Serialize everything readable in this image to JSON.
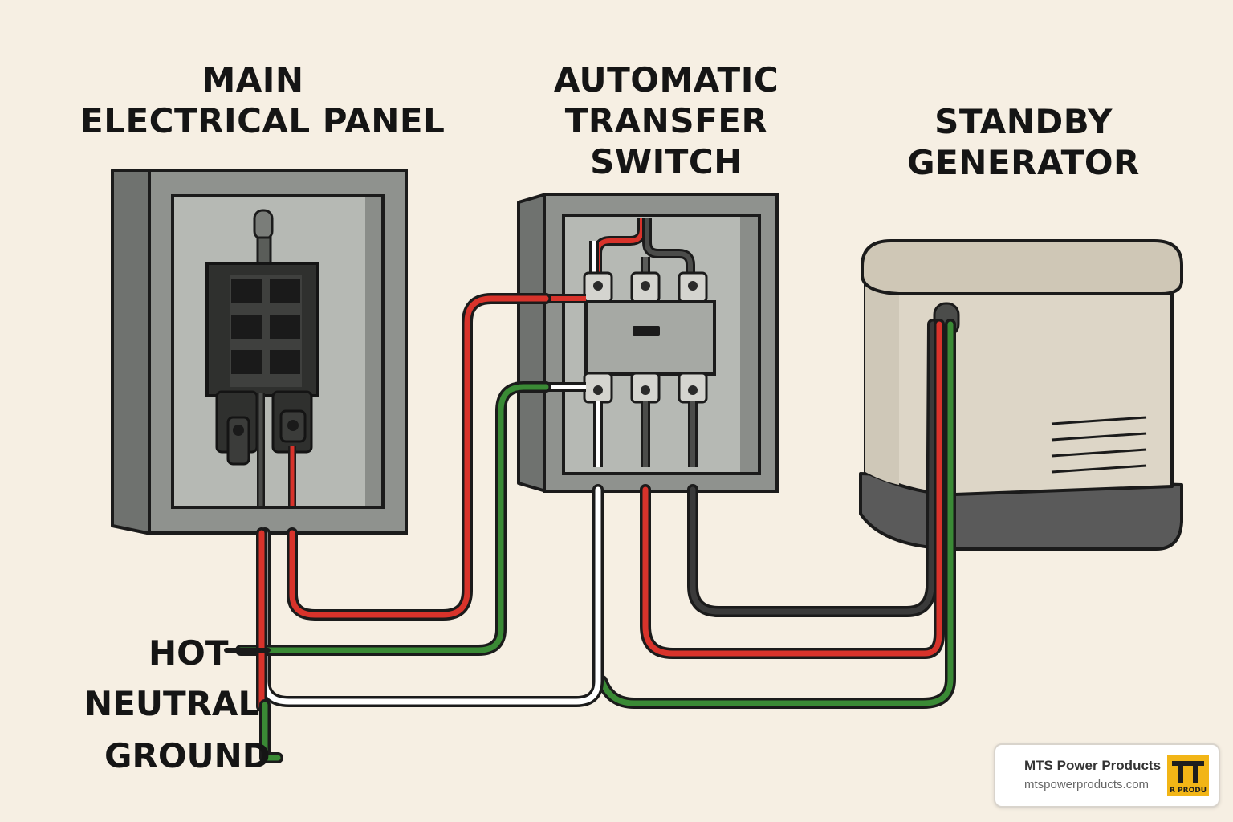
{
  "components": {
    "main_panel": {
      "title_lines": [
        "MAIN",
        "ELECTRICAL PANEL"
      ]
    },
    "transfer_switch": {
      "title_lines": [
        "AUTOMATIC",
        "TRANSFER",
        "SWITCH"
      ]
    },
    "generator": {
      "title_lines": [
        "STANDBY",
        "GENERATOR"
      ]
    }
  },
  "wire_legend": [
    {
      "label": "HOT",
      "color": "#d8332b"
    },
    {
      "label": "NEUTRAL",
      "color": "#ffffff"
    },
    {
      "label": "GROUND",
      "color": "#3a8a35"
    }
  ],
  "colors": {
    "background": "#f6efe3",
    "enclosure": "#8f928e",
    "enclosure_inner": "#b6b9b4",
    "generator_body": "#ddd6c7",
    "generator_base": "#5a5a5a",
    "hot": "#d8332b",
    "neutral": "#ffffff",
    "ground": "#3a8a35",
    "black_wire": "#333333"
  },
  "watermark": {
    "name": "MTS Power Products",
    "url": "mtspowerproducts.com",
    "logo_text": "R PRODU"
  }
}
